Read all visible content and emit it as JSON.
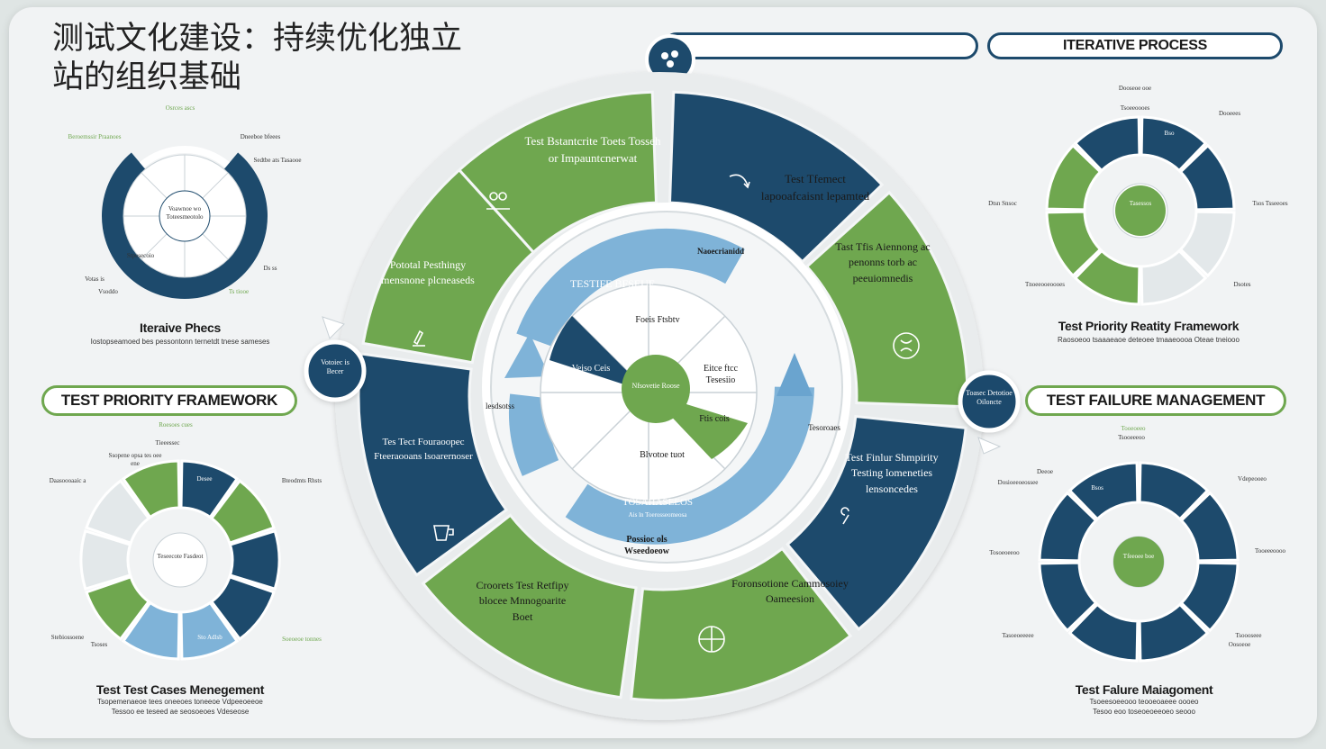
{
  "title": "测试文化建设：持续优化独立站的组织基础",
  "top_pill_right": "ITERATIVE PROCESS",
  "left_pill": "TEST PRIORITY FRAMEWORK",
  "right_pill": "TEST FAILURE MANAGEMENT",
  "colors": {
    "navy": "#1d4a6c",
    "green": "#6fa74f",
    "light_blue": "#7fb3d8",
    "light_gray": "#e3e8ea"
  },
  "center": {
    "outer_segments": [
      {
        "label": "Test Bstantcrite Toets Tosseh or Impauntcnerwat",
        "icon": "people-icon"
      },
      {
        "label": "Test Tfemect lapooafcaisnt lepamted",
        "icon": "arrow-icon"
      },
      {
        "label": "Tast Tfis Aiennong ac penonns torb ac peeuiomnedis",
        "icon": "brain-icon"
      },
      {
        "label": "Test Finlur Shmpirity Testing lomeneties lensoncedes",
        "icon": "wrench-icon"
      },
      {
        "label": "Foronsotione Cammosoiey Oameesion",
        "icon": "globe-icon"
      },
      {
        "label": "Croorets Test Retfipy blocee Mnnogoarite Boet",
        "icon": "gear-icon"
      },
      {
        "label": "Tes Tect Fouraoopec Fteeraooans lsoarernoser",
        "icon": "cup-icon"
      },
      {
        "label": "Pototal Pesthingy mensnone plcneaseds",
        "icon": "pen-icon"
      }
    ],
    "badge_left": "Votoiec is Becer",
    "badge_right": "Toasec Detotioe Oiloncte",
    "ring_top_arc": "TESTIFE BFSEUE",
    "ring_top_label": "Naoecrianidd",
    "ring_left_label": "lesdsotss",
    "ring_right_label": "Tesoroaes",
    "ring_bottom_arc": "TOSAHASEEOS",
    "ring_bottom_sub": "Ais ln Toerosseomeosa",
    "inner_labels": [
      "Foeis Ftsbtv",
      "Eitce ftcc Tesesiio",
      "Ftis cois",
      "Blvotoe tuot",
      "Veiso Ceis"
    ],
    "core_label": "Nfsovetie Roose",
    "below_label": "Possioc ols Wseedoeow"
  },
  "left_top_panel": {
    "title": "Iteraive Phecs",
    "subtitle": "Iostopseamoed bes pessontonn ternetdt tnese sameses",
    "center_label": "Voawnoe wo Toteesmeotolo",
    "labels": [
      "Osrces ascs",
      "Beroemssir Praanoes",
      "Dneeboe bfeees",
      "Sedtbe ats Tasaooe",
      "Ds ss",
      "Ts tiooe",
      "Votas is",
      "Stpesecoio",
      "Vsoddo"
    ]
  },
  "left_bottom_panel": {
    "title": "Test Test Cases Menegement",
    "subtitle_1": "Tsopemenaeoe tees oneeoes toneeoe Vdpeeoeeoe",
    "subtitle_2": "Tessoo ee teseed ae seosoeoes Vdeseose",
    "center_label": "Teseecote Fasdeot",
    "labels": [
      "Roesoes cues",
      "Tieeessec",
      "Daasoooaaic a",
      "Bteodmts Rhsts",
      "Soeoeoe tonnes",
      "Stebiossoene",
      "Tsoses",
      "Ssopene opsa tes oee ene"
    ],
    "segment_labels": [
      "Desee",
      "Sto Adlsb"
    ]
  },
  "right_top_panel": {
    "title": "Test Priority Reatity Framework",
    "subtitle": "Raosoeoo tsaaaeaoe deteoee tmaaeoooa Oteae tneiooo",
    "center_label": "Tasessos",
    "labels": [
      "Dooseoe ooe",
      "Dooeees",
      "Dtsn Snsoc",
      "Tsos Tsseeoes",
      "Tnoeeooeoooes",
      "Dsotes",
      "Tsoeeoooes"
    ],
    "segment_labels": [
      "Bso"
    ]
  },
  "right_bottom_panel": {
    "title": "Test Falure Maiagoment",
    "subtitle_1": "Tsoeesoeeooo teooeoaeee oooeo",
    "subtitle_2": "Tesoo eoo toseoeoeeoeo seooo",
    "center_label": "Tfeeoee boe",
    "labels": [
      "Tooeoeeo",
      "Deeoe",
      "Dosioeeoeossee",
      "Vdepeooeo",
      "Tosoeoeeoo",
      "Tooeeeoooo",
      "Tasoeoeeeee",
      "Tsoooseee",
      "Oosoeoe",
      "Tsooeeeoo"
    ],
    "segment_labels": [
      "Bsos"
    ]
  }
}
